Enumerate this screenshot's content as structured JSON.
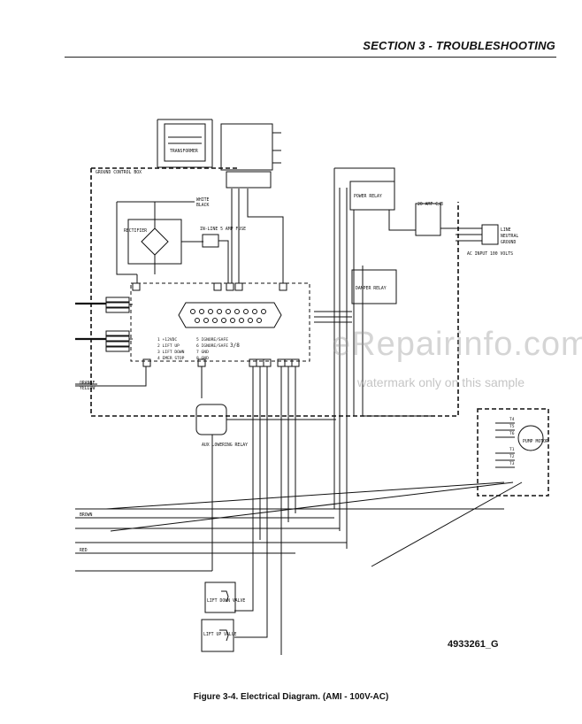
{
  "header": {
    "section_title": "SECTION 3 - TROUBLESHOOTING"
  },
  "diagram": {
    "labels": {
      "ground_control_box": "GROUND CONTROL BOX",
      "rectifier": "RECTIFIER",
      "in_line_fuse": "IN-LINE 5 AMP FUSE",
      "power_relay": "POWER RELAY",
      "damper_relay": "DAMPER RELAY",
      "cb_amp": "20 AMP C/B",
      "ac_input": "AC INPUT 100 VOLTS",
      "line": "LINE",
      "neutral": "NEUTRAL",
      "ground": "GROUND",
      "pump_motor": "PUMP MOTOR",
      "aux_lowering_relay": "AUX LOWERING RELAY",
      "lift_down_valve": "LIFT DOWN VALVE",
      "lift_up_valve": "LIFT UP VALVE",
      "transformer": "TRANSFORMER",
      "fraction": "3/8",
      "white": "WHITE",
      "black": "BLACK",
      "red": "RED",
      "orange": "ORANGE",
      "yellow": "YELLOW",
      "brown": "BROWN"
    },
    "terminal_legend": [
      "1  +12VDC",
      "2  LIFT UP",
      "3  LIFT DOWN",
      "4  EMER STOP",
      "5  IGNORE/SAFE",
      "6  IGNORE/SAFE",
      "7  GND",
      "8  GND"
    ],
    "motor_terminals": [
      "T4",
      "T5",
      "T6",
      "T1",
      "T2",
      "T3"
    ],
    "drawing_number": "4933261_G"
  },
  "caption": "Figure 3-4. Electrical Diagram. (AMI - 100V-AC)",
  "watermark": {
    "brand": "eRepairinfo.com",
    "note": "watermark only on this sample"
  }
}
